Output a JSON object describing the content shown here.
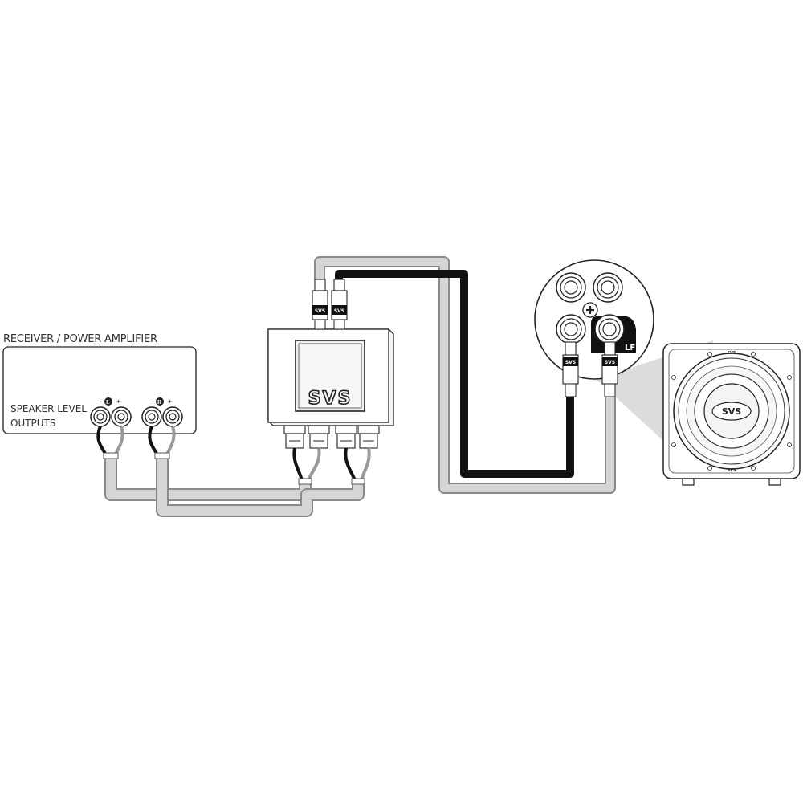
{
  "receiver": {
    "title": "RECEIVER / POWER AMPLIFIER",
    "output_label_line1": "SPEAKER LEVEL",
    "output_label_line2": "OUTPUTS",
    "left_channel": {
      "minus": "-",
      "letter": "L",
      "plus": "+"
    },
    "right_channel": {
      "minus": "-",
      "letter": "R",
      "plus": "+"
    }
  },
  "adapter": {
    "logo": "SVS",
    "rca_logo_1": "SVS",
    "rca_logo_2": "SVS"
  },
  "sub_panel": {
    "rca_logo_1": "SVS",
    "rca_logo_2": "SVS",
    "lfe_label": "LFE"
  },
  "subwoofer": {
    "logo_top": "SVS",
    "logo_center": "SVS",
    "logo_bottom": "SVS"
  },
  "colors": {
    "line": "#222222",
    "gray_wire": "#bdbdbd",
    "gray_wire_edge": "#8a8a8a",
    "black_wire": "#111111",
    "box_fill": "#ffffff",
    "device_shade": "#f2f2f2"
  },
  "icons": [
    "binding-post-icon",
    "rca-plug-icon",
    "speaker-driver-icon",
    "plus-icon"
  ]
}
